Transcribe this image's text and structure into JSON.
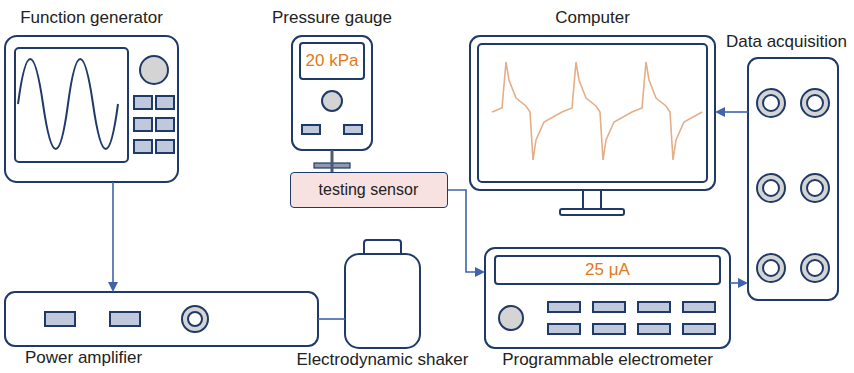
{
  "diagram": {
    "nodes": [
      {
        "text": [
          "Function generator"
        ]
      },
      {
        "text": [
          "Pressure gauge",
          "20 kPa"
        ]
      },
      {
        "text": [
          "Computer"
        ]
      },
      {
        "text": [
          "Data acquisition"
        ]
      },
      {
        "text": [
          "testing sensor"
        ]
      },
      {
        "text": [
          "Power amplifier"
        ]
      },
      {
        "text": [
          "Electrodynamic shaker"
        ]
      },
      {
        "text": [
          "Programmable electrometer",
          "25 μA"
        ]
      }
    ],
    "edges": [
      {
        "from": 0,
        "to": 5,
        "arrow": "to"
      },
      {
        "from": 5,
        "to": 6,
        "arrow": "none"
      },
      {
        "from": 1,
        "to": 4,
        "arrow": "none"
      },
      {
        "from": 4,
        "to": 7,
        "arrow": "to"
      },
      {
        "from": 7,
        "to": 3,
        "arrow": "to"
      },
      {
        "from": 3,
        "to": 2,
        "arrow": "to"
      }
    ]
  }
}
